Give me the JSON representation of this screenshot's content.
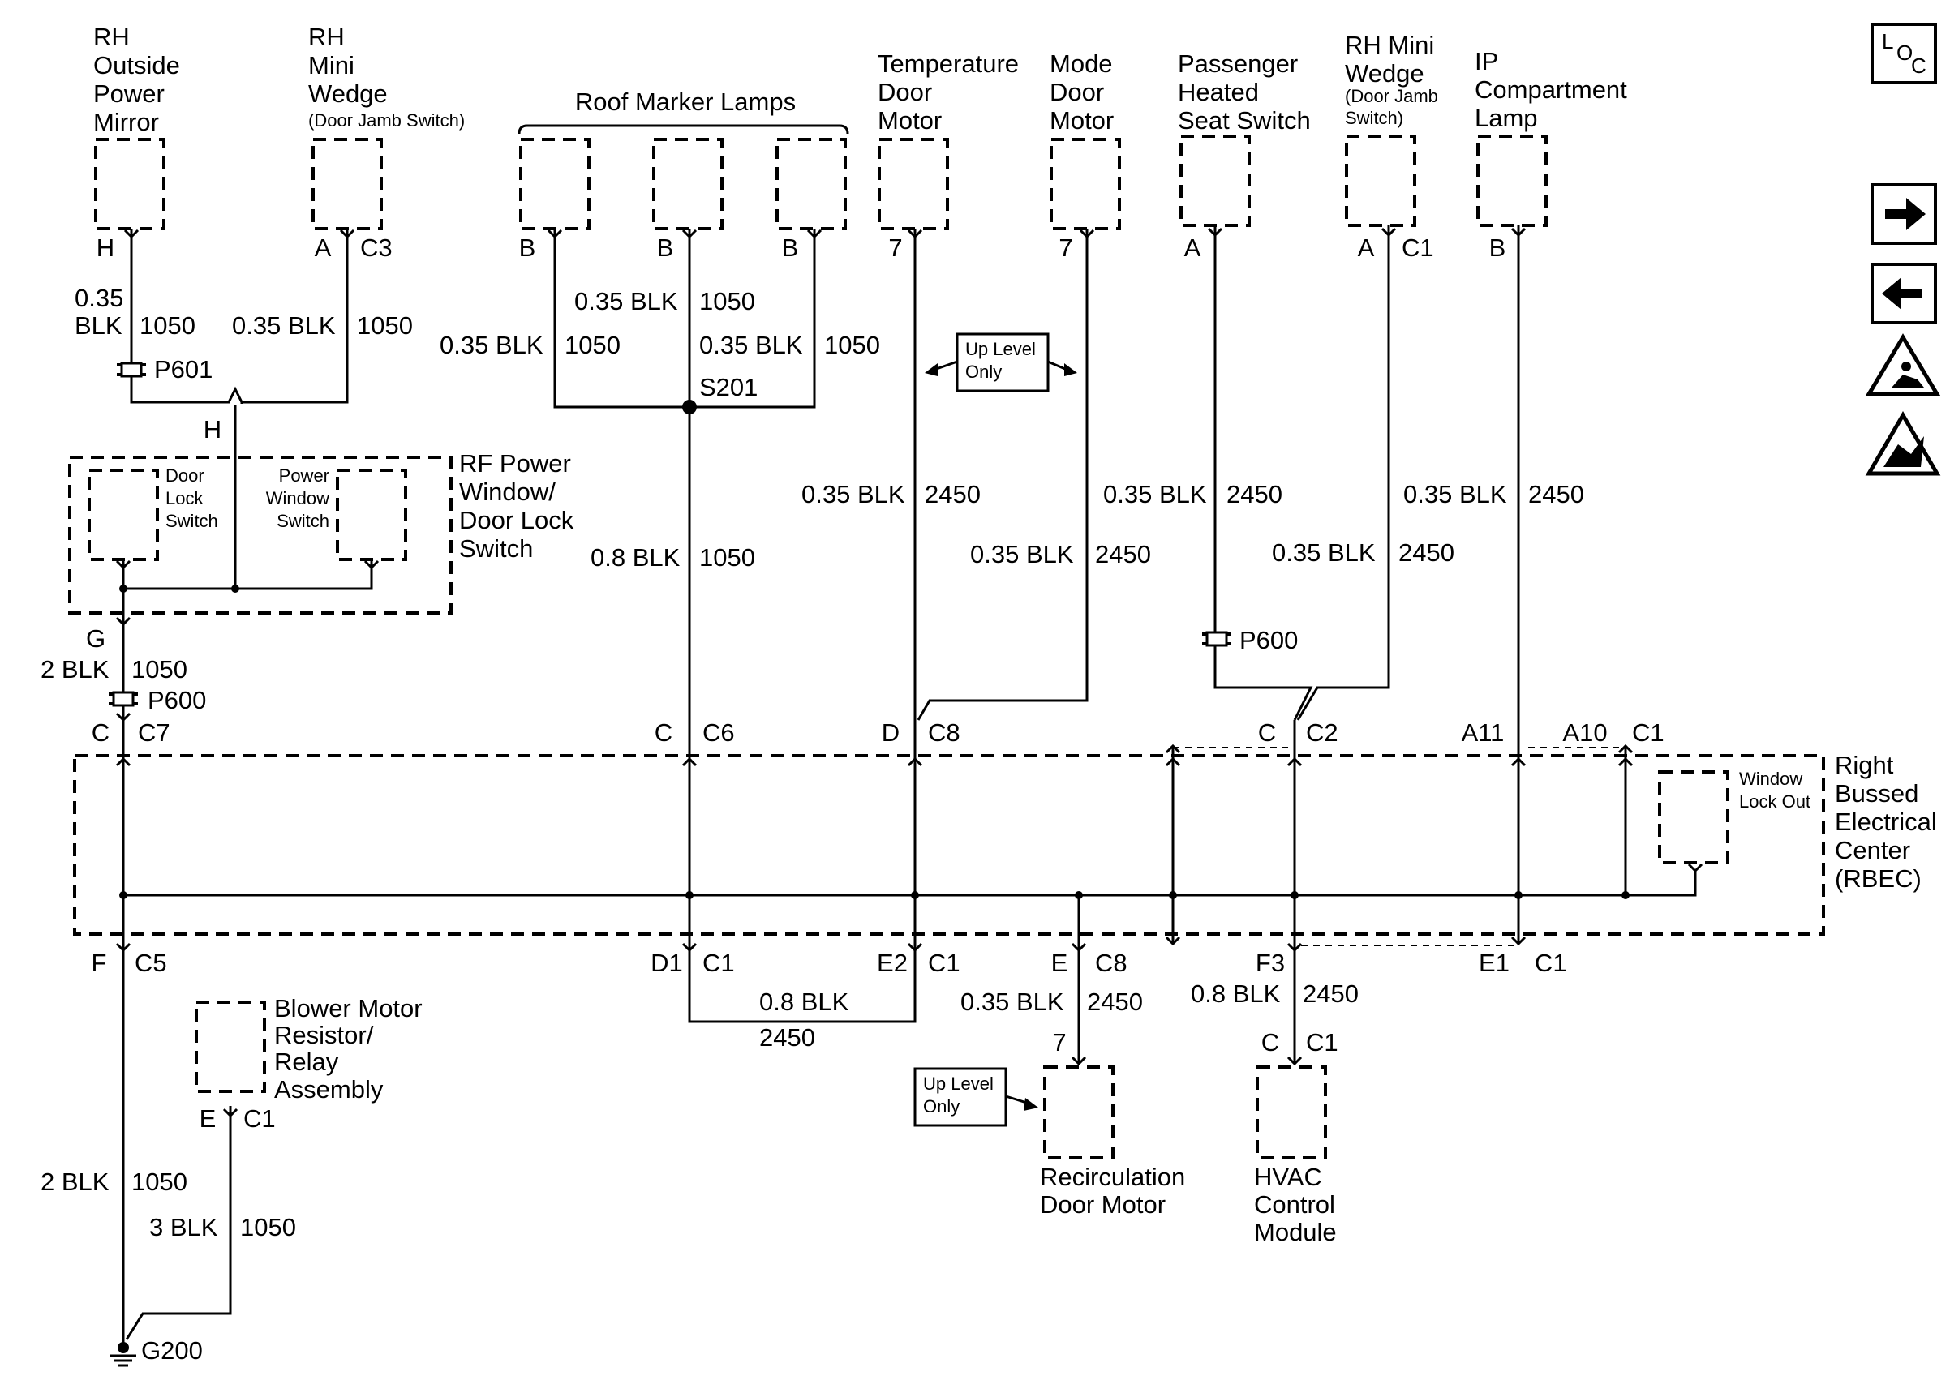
{
  "components": {
    "rh_outside_power_mirror": [
      "RH",
      "Outside",
      "Power",
      "Mirror"
    ],
    "rh_mini_wedge_left": [
      "RH",
      "Mini",
      "Wedge"
    ],
    "rh_mini_wedge_left_sub": "(Door Jamb Switch)",
    "roof_marker_lamps": "Roof Marker Lamps",
    "temperature_door_motor": [
      "Temperature",
      "Door",
      "Motor"
    ],
    "mode_door_motor": [
      "Mode",
      "Door",
      "Motor"
    ],
    "passenger_heated_seat_switch": [
      "Passenger",
      "Heated",
      "Seat Switch"
    ],
    "rh_mini_wedge_right": [
      "RH Mini",
      "Wedge"
    ],
    "rh_mini_wedge_right_sub": [
      "(Door Jamb",
      "Switch)"
    ],
    "ip_compartment_lamp": [
      "IP",
      "Compartment",
      "Lamp"
    ],
    "rf_power_window": [
      "RF Power",
      "Window/",
      "Door Lock",
      "Switch"
    ],
    "door_lock_switch": [
      "Door",
      "Lock",
      "Switch"
    ],
    "power_window_switch": [
      "Power",
      "Window",
      "Switch"
    ],
    "rbec": [
      "Right",
      "Bussed",
      "Electrical",
      "Center",
      "(RBEC)"
    ],
    "window_lock_out": [
      "Window",
      "Lock Out"
    ],
    "blower_motor": [
      "Blower Motor",
      "Resistor/",
      "Relay",
      "Assembly"
    ],
    "recirculation_door_motor": [
      "Recirculation",
      "Door Motor"
    ],
    "hvac_control_module": [
      "HVAC",
      "Control",
      "Module"
    ],
    "up_level_only": [
      "Up Level",
      "Only"
    ]
  },
  "pins": {
    "mirror": "H",
    "wedge_left": "A",
    "wedge_left_conn": "C3",
    "roof1": "B",
    "roof2": "B",
    "roof3": "B",
    "temp": "7",
    "mode": "7",
    "seat": "A",
    "wedge_right": "A",
    "wedge_right_conn": "C1",
    "ip_lamp": "B",
    "rf_top": "H",
    "rf_bottom": "G",
    "c7_pin": "C",
    "c7_conn": "C7",
    "c6_pin": "C",
    "c6_conn": "C6",
    "c8_pin": "D",
    "c8_conn": "C8",
    "c2_pin": "C",
    "c2_conn": "C2",
    "a11": "A11",
    "a10": "A10",
    "a10_conn": "C1",
    "c5_pin": "F",
    "c5_conn": "C5",
    "d1_pin": "D1",
    "d1_conn": "C1",
    "e2_pin": "E2",
    "e2_conn": "C1",
    "ec8_pin": "E",
    "ec8_conn": "C8",
    "f3_pin": "F3",
    "e1_pin": "E1",
    "e1_conn": "C1",
    "recirc_pin": "7",
    "hvac_pin": "C",
    "hvac_conn": "C1",
    "blower_pin": "E",
    "blower_conn": "C1"
  },
  "wires": {
    "w_mirror_gauge": "0.35",
    "w_mirror_color": "BLK",
    "w_mirror_circuit": "1050",
    "w_wedge_left": "0.35 BLK",
    "w_wedge_left_circuit": "1050",
    "w_roof_mid_top": "0.35 BLK",
    "w_roof_mid_top_circuit": "1050",
    "w_roof_left": "0.35 BLK",
    "w_roof_left_circuit": "1050",
    "w_roof_right": "0.35 BLK",
    "w_roof_right_circuit": "1050",
    "w_s201_down": "0.8 BLK",
    "w_s201_down_circuit": "1050",
    "w_temp": "0.35 BLK",
    "w_temp_circuit": "2450",
    "w_mode": "0.35 BLK",
    "w_mode_circuit": "2450",
    "w_seat": "0.35 BLK",
    "w_seat_circuit": "2450",
    "w_wedge_right": "0.35 BLK",
    "w_wedge_right_circuit": "2450",
    "w_ip": "0.35 BLK",
    "w_ip_circuit": "2450",
    "w_rf_down": "2 BLK",
    "w_rf_down_circuit": "1050",
    "w_c5_down": "2 BLK",
    "w_c5_down_circuit": "1050",
    "w_blower": "3 BLK",
    "w_blower_circuit": "1050",
    "w_d1_e2": "0.8 BLK",
    "w_d1_e2_circuit": "2450",
    "w_recirc": "0.35 BLK",
    "w_recirc_circuit": "2450",
    "w_hvac": "0.8 BLK",
    "w_hvac_circuit": "2450"
  },
  "splices": {
    "p601": "P601",
    "s201": "S201",
    "p600_left": "P600",
    "p600_right": "P600",
    "g200": "G200"
  },
  "icons": {
    "loc": "L",
    "loc_o": "O",
    "loc_c": "C",
    "next": "arrow-right-icon",
    "prev": "arrow-left-icon",
    "airbag_warning": "airbag-warning-icon",
    "esd_warning": "esd-warning-icon"
  }
}
